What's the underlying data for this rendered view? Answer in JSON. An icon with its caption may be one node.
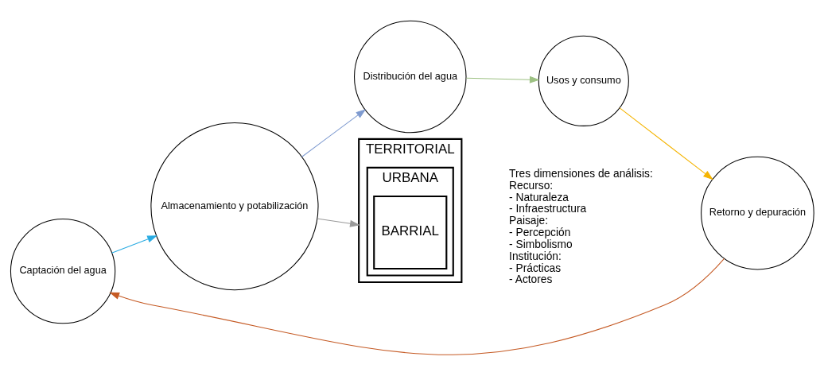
{
  "diagram": {
    "nodes": [
      {
        "text": [
          "Captación del agua"
        ]
      },
      {
        "text": [
          "Almacenamiento y potabilización"
        ]
      },
      {
        "text": [
          "Distribución del agua"
        ]
      },
      {
        "text": [
          "Usos y consumo"
        ]
      },
      {
        "text": [
          "Retorno y depuración"
        ]
      },
      {
        "text": [
          "TERRITORIAL"
        ]
      },
      {
        "text": [
          "URBANA"
        ],
        "in": 5
      },
      {
        "text": [
          "BARRIAL"
        ],
        "in": 6
      }
    ],
    "edges": [
      {
        "from": 0,
        "to": 1,
        "arrow": "to",
        "color": "#29abe2"
      },
      {
        "from": 1,
        "to": 2,
        "arrow": "to",
        "color": "#7f9bd0"
      },
      {
        "from": 2,
        "to": 3,
        "arrow": "to",
        "color": "#9dc183"
      },
      {
        "from": 3,
        "to": 4,
        "arrow": "to",
        "color": "#f5b400"
      },
      {
        "from": 4,
        "to": 0,
        "arrow": "to",
        "color": "#c55a24"
      },
      {
        "from": 1,
        "to": 5,
        "arrow": "to",
        "color": "#999999"
      }
    ],
    "labels": [
      "Tres dimensiones de análisis:",
      "Recurso:",
      "- Naturaleza",
      "- Infraestructura",
      "Paisaje:",
      "- Percepción",
      "- Simbolismo",
      "Institución:",
      "- Prácticas",
      "- Actores"
    ]
  }
}
